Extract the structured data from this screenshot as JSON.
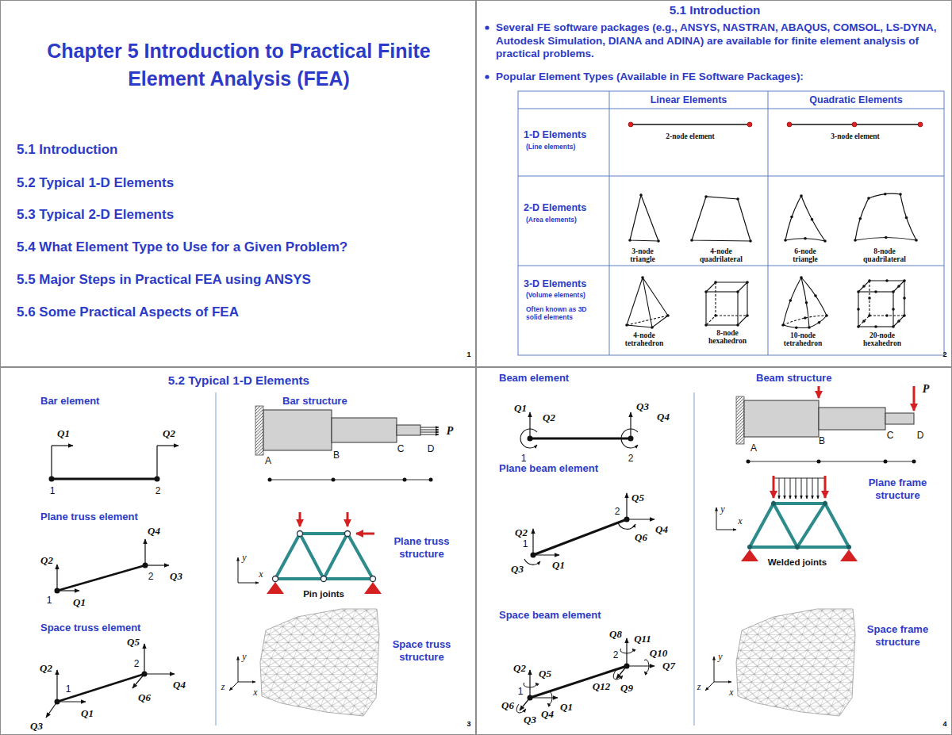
{
  "diagram": {
    "nodes": [
      {
        "text": [
          "Chapter 5 Introduction to Practical Finite Element Analysis (FEA)",
          "5.1 Introduction",
          "5.2 Typical 1-D Elements",
          "5.3 Typical 2-D Elements",
          "5.4 What Element Type to Use for a Given Problem?",
          "5.5 Major Steps in Practical FEA using ANSYS",
          "5.6 Some Practical Aspects of FEA"
        ]
      },
      {
        "text": [
          "5.1 Introduction",
          "Several FE software packages (e.g., ANSYS, NASTRAN, ABAQUS, COMSOL, LS-DYNA, Autodesk Simulation, DIANA and ADINA) are available for finite element analysis of practical problems.",
          "Popular Element Types (Available in FE Software Packages):"
        ]
      },
      {
        "text": [
          "5.2 Typical 1-D Elements",
          "Bar element",
          "Plane truss element",
          "Space truss element",
          "Bar structure",
          "Plane truss structure",
          "Space truss structure"
        ]
      },
      {
        "text": [
          "Beam element",
          "Plane beam element",
          "Space beam element",
          "Beam structure",
          "Plane frame structure",
          "Space frame structure"
        ]
      }
    ],
    "labels": [
      "1",
      "2",
      "3",
      "4",
      "Linear Elements",
      "Quadratic Elements",
      "1-D Elements",
      "(Line elements)",
      "2-node element",
      "3-node element",
      "2-D Elements",
      "(Area elements)",
      "3-node triangle",
      "4-node quadrilateral",
      "6-node triangle",
      "8-node quadrilateral",
      "3-D Elements",
      "(Volume elements)",
      "Often known as 3D solid elements",
      "4-node tetrahedron",
      "8-node hexahedron",
      "10-node tetrahedron",
      "20-node hexahedron",
      "Q1",
      "Q2",
      "1",
      "2",
      "Q4",
      "Q2",
      "2",
      "Q3",
      "1",
      "Q1",
      "Q5",
      "Q2",
      "2",
      "1",
      "Q4",
      "Q6",
      "Q3",
      "Q1",
      "A",
      "B",
      "C",
      "D",
      "P",
      "y",
      "x",
      "Pin joints",
      "y",
      "z",
      "x",
      "Q1",
      "Q2",
      "Q3",
      "Q4",
      "1",
      "2",
      "P",
      "A",
      "B",
      "C",
      "D",
      "Q5",
      "Q2",
      "2",
      "Q4",
      "1",
      "Q6",
      "Q3",
      "Q1",
      "y",
      "x",
      "Welded joints",
      "Q8",
      "Q11",
      "Q2",
      "Q5",
      "2",
      "Q10",
      "Q7",
      "Q12",
      "Q9",
      "Q4",
      "Q1",
      "1",
      "Q6",
      "Q3",
      "y",
      "z",
      "x"
    ]
  }
}
